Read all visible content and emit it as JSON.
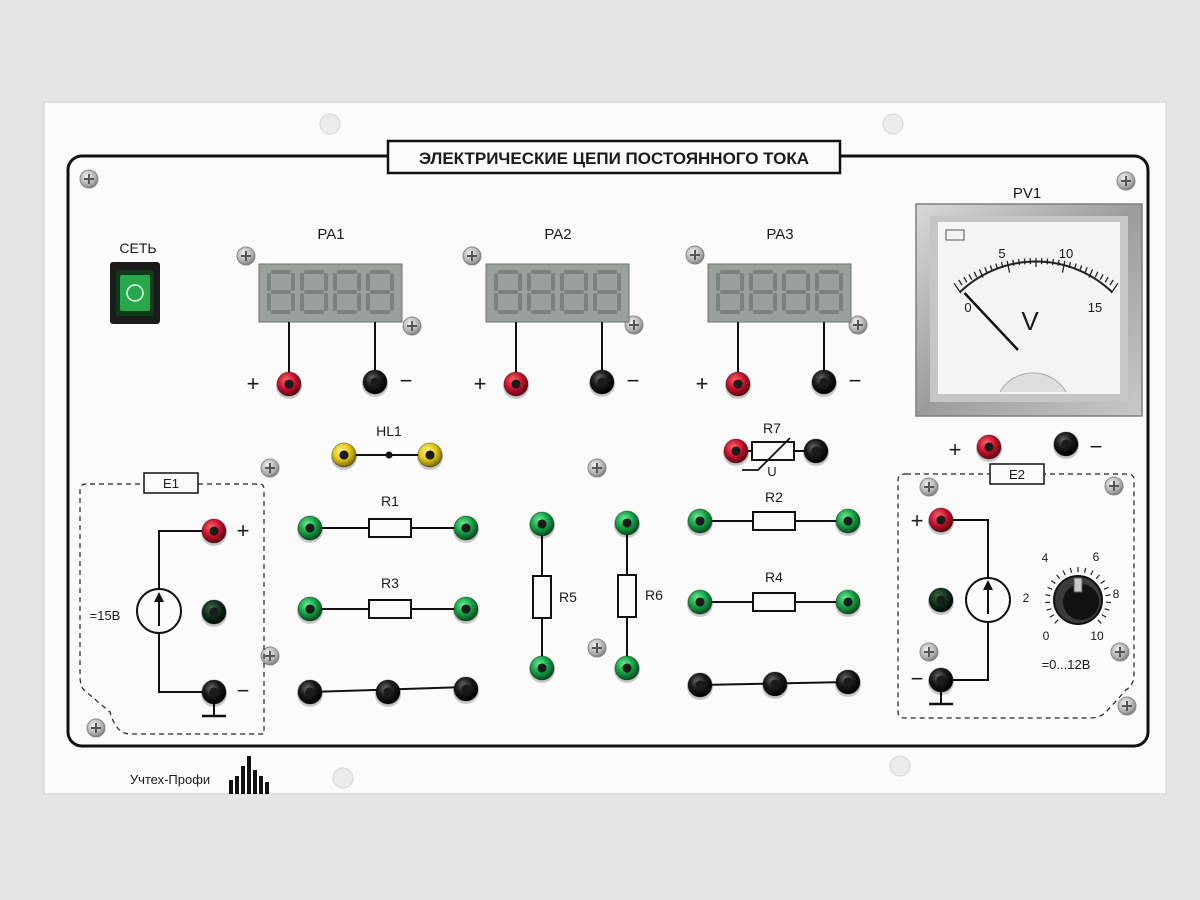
{
  "panel": {
    "title": "ЭЛЕКТРИЧЕСКИЕ ЦЕПИ ПОСТОЯННОГО ТОКА",
    "brand": "Учтех-Профи"
  },
  "power_switch": {
    "label": "СЕТЬ"
  },
  "ammeters": [
    {
      "label": "PA1",
      "plus": "+",
      "minus": "−"
    },
    {
      "label": "PA2",
      "plus": "+",
      "minus": "−"
    },
    {
      "label": "PA3",
      "plus": "+",
      "minus": "−"
    }
  ],
  "voltmeter": {
    "label": "PV1",
    "unit": "V",
    "scale": [
      "0",
      "5",
      "10",
      "15"
    ],
    "plus": "+",
    "minus": "−",
    "needle_value": 0.3
  },
  "lamp": {
    "label": "HL1"
  },
  "thermistor": {
    "label": "R7",
    "sub": "U"
  },
  "resistors": {
    "r1": "R1",
    "r2": "R2",
    "r3": "R3",
    "r4": "R4",
    "r5": "R5",
    "r6": "R6"
  },
  "source_e1": {
    "label": "E1",
    "value": "=15В",
    "plus": "+",
    "minus": "−"
  },
  "source_e2": {
    "label": "E2",
    "value": "=0...12В",
    "plus": "+",
    "minus": "−",
    "dial": [
      "0",
      "2",
      "4",
      "6",
      "8",
      "10"
    ]
  },
  "colors": {
    "red": "#c8102e",
    "green": "#15a045",
    "yellow": "#e3c60f",
    "black": "#111111",
    "panel": "#fbfbfb",
    "display": "#9aa09c"
  }
}
